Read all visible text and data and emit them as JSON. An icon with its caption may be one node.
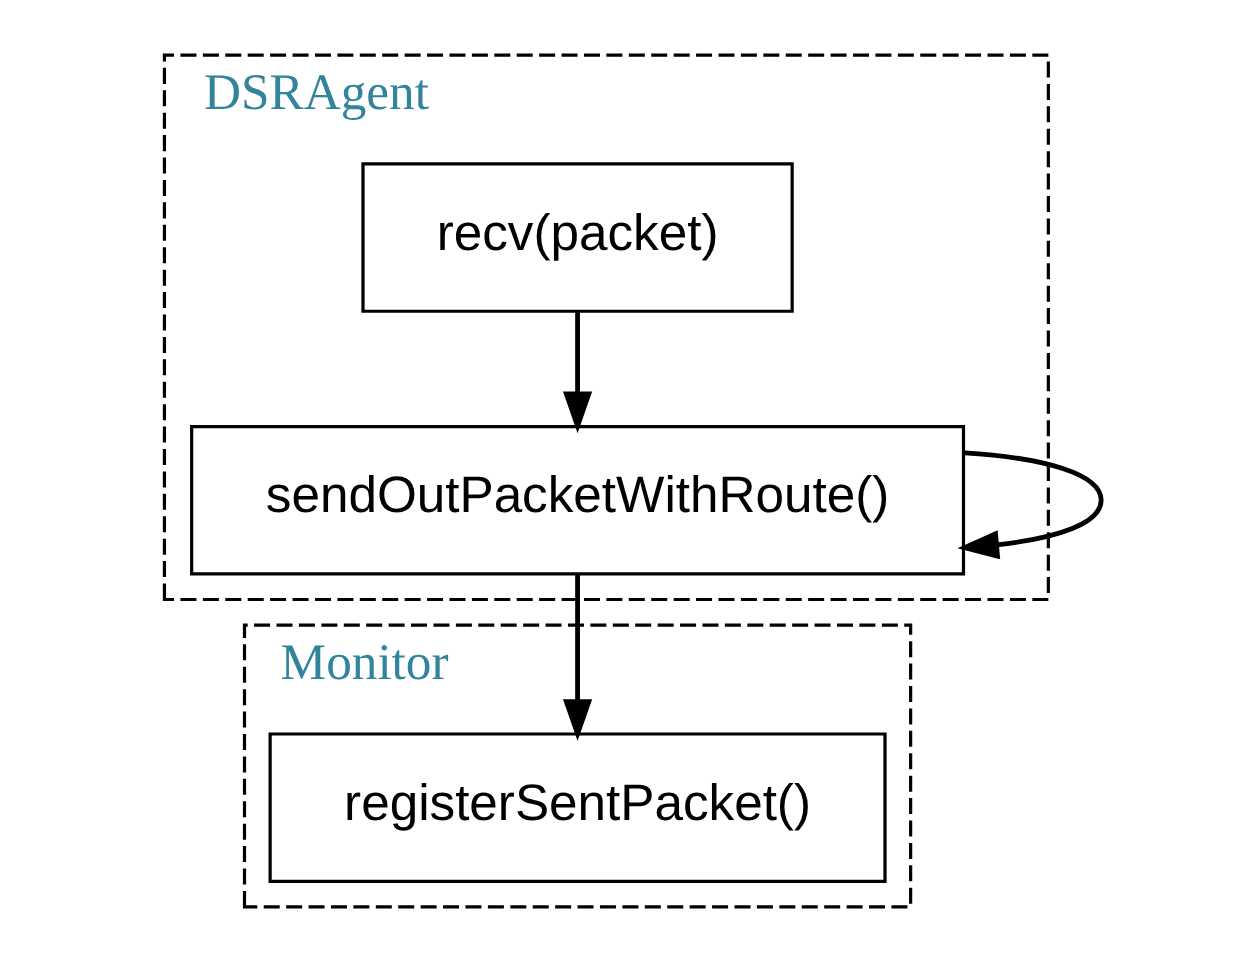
{
  "diagram": {
    "nodes": [
      {
        "text": [
          "DSRAgent"
        ]
      },
      {
        "text": [
          "recv(packet)"
        ],
        "in": 0
      },
      {
        "text": [
          "sendOutPacketWithRoute()"
        ],
        "in": 0
      },
      {
        "text": [
          "Monitor"
        ]
      },
      {
        "text": [
          "registerSentPacket()"
        ],
        "in": 3
      }
    ],
    "edges": [
      {
        "from": 1,
        "to": 2,
        "arrow": "to"
      },
      {
        "from": 2,
        "to": 2,
        "arrow": "to"
      },
      {
        "from": 2,
        "to": 4,
        "arrow": "to"
      }
    ]
  }
}
